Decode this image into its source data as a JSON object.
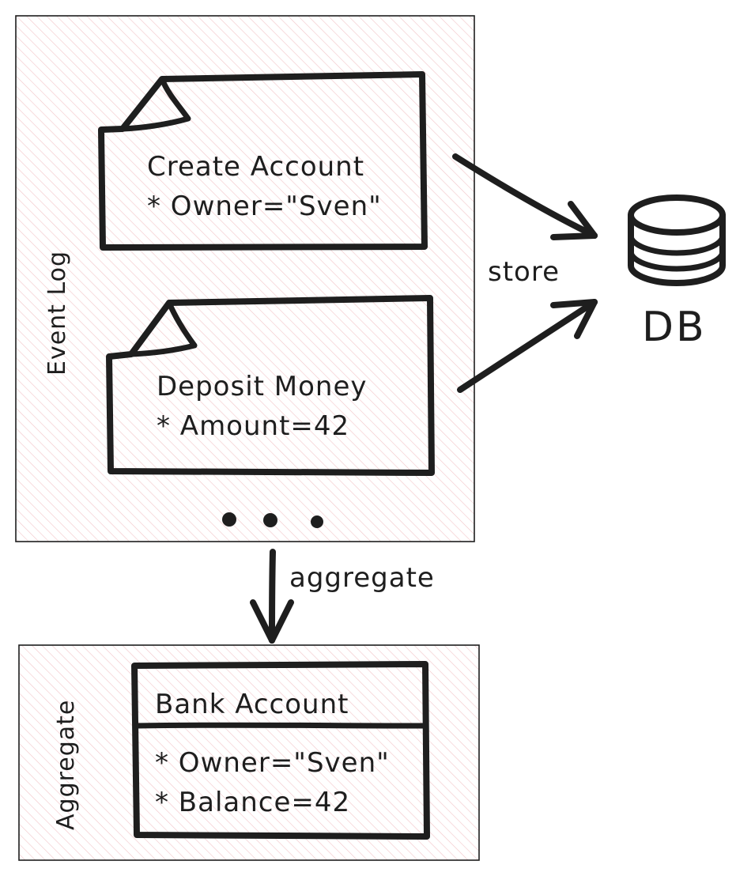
{
  "colors": {
    "ink": "#1e1e1e",
    "hatch": "#f2c4c8",
    "background": "#ffffff"
  },
  "event_log": {
    "label": "Event Log",
    "events": [
      {
        "title": "Create Account",
        "detail": "* Owner=\"Sven\""
      },
      {
        "title": "Deposit Money",
        "detail": "* Amount=42"
      }
    ],
    "ellipsis": "• • •"
  },
  "store_label": "store",
  "db": {
    "label": "DB",
    "icon": "database-icon"
  },
  "aggregate_arrow_label": "aggregate",
  "aggregate": {
    "label": "Aggregate",
    "class_title": "Bank Account",
    "fields": [
      "* Owner=\"Sven\"",
      "* Balance=42"
    ]
  }
}
